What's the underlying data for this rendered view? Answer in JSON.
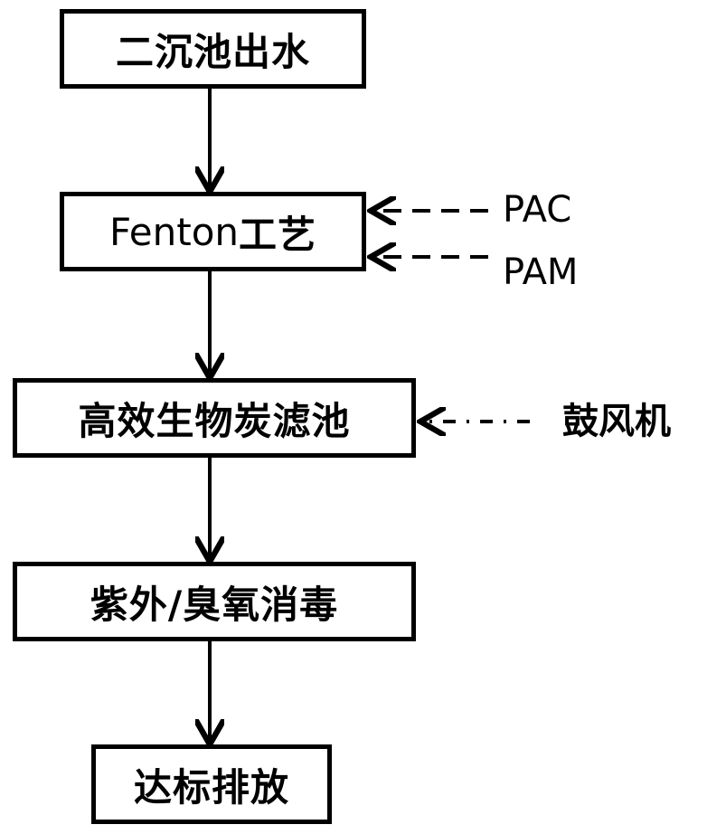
{
  "steps": [
    {
      "label": "二沉池出水"
    },
    {
      "label_latin": "Fenton",
      "label_cn": "工艺"
    },
    {
      "label": "高效生物炭滤池"
    },
    {
      "label": "紫外/臭氧消毒"
    },
    {
      "label": "达标排放"
    }
  ],
  "inputs": [
    {
      "label": "PAC",
      "target": "Fenton工艺"
    },
    {
      "label": "PAM",
      "target": "Fenton工艺"
    },
    {
      "label": "鼓风机",
      "target": "高效生物炭滤池"
    }
  ]
}
